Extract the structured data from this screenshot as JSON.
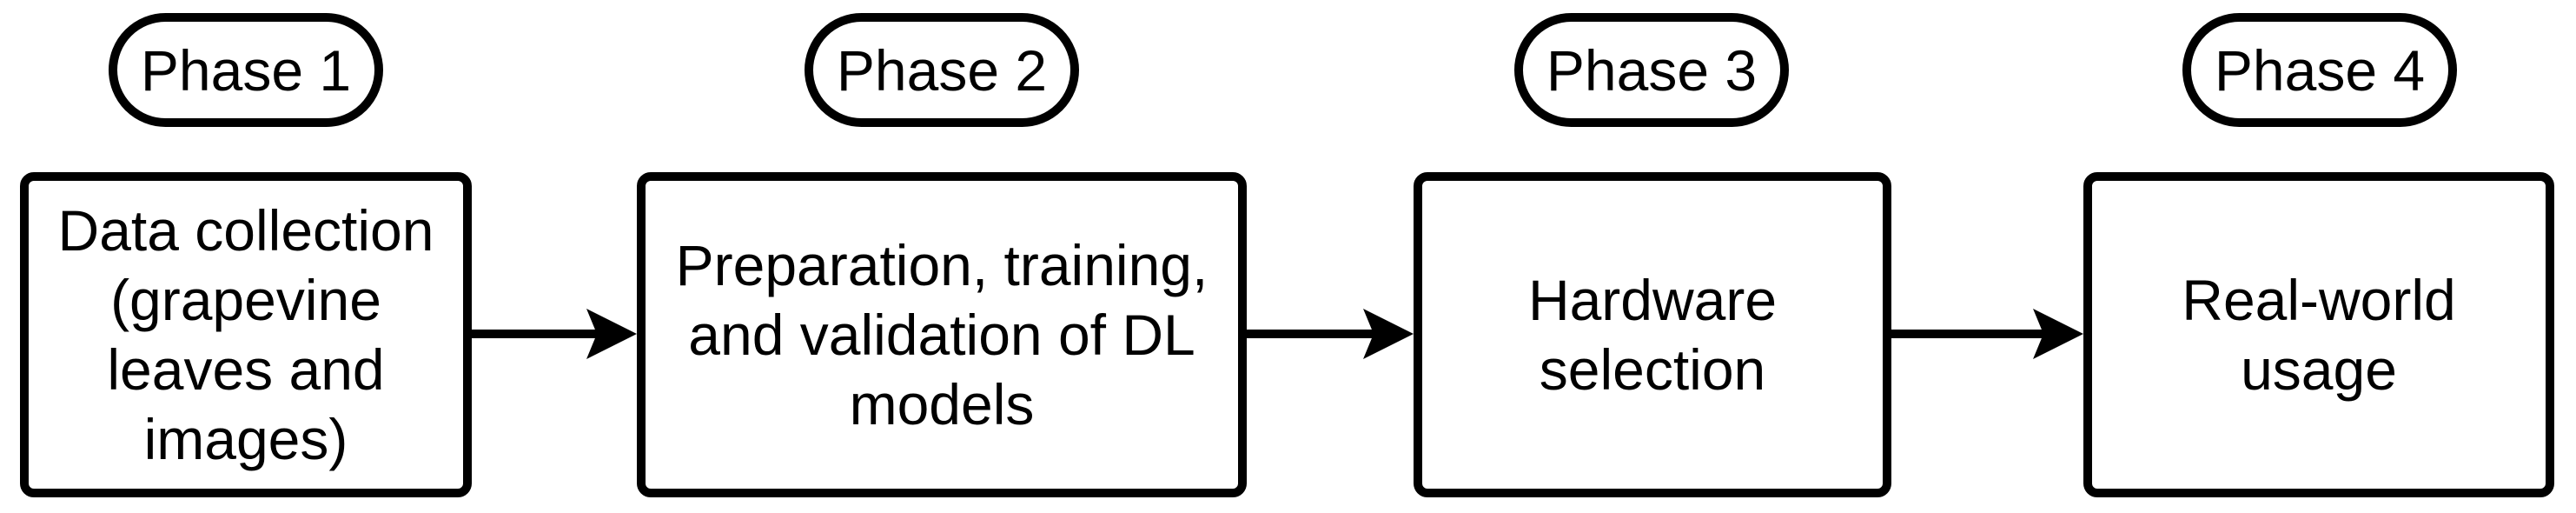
{
  "diagram": {
    "type": "flowchart",
    "orientation": "left-to-right",
    "background_color": "#ffffff",
    "stroke_color": "#000000",
    "text_color": "#000000",
    "phases": [
      {
        "label": "Phase 1",
        "box_text": "Data collection (grapevine leaves and images)",
        "box_lines": [
          "Data collection",
          "(grapevine",
          "leaves and",
          "images)"
        ]
      },
      {
        "label": "Phase 2",
        "box_text": "Preparation, training, and validation of DL models",
        "box_lines": [
          "Preparation, training,",
          "and validation of DL",
          "models"
        ]
      },
      {
        "label": "Phase 3",
        "box_text": "Hardware selection",
        "box_lines": [
          "Hardware",
          "selection"
        ]
      },
      {
        "label": "Phase 4",
        "box_text": "Real-world usage",
        "box_lines": [
          "Real-world",
          "usage"
        ]
      }
    ],
    "connectors": [
      {
        "from": "Phase 1",
        "to": "Phase 2",
        "style": "solid-arrow"
      },
      {
        "from": "Phase 2",
        "to": "Phase 3",
        "style": "solid-arrow"
      },
      {
        "from": "Phase 3",
        "to": "Phase 4",
        "style": "solid-arrow"
      }
    ]
  }
}
